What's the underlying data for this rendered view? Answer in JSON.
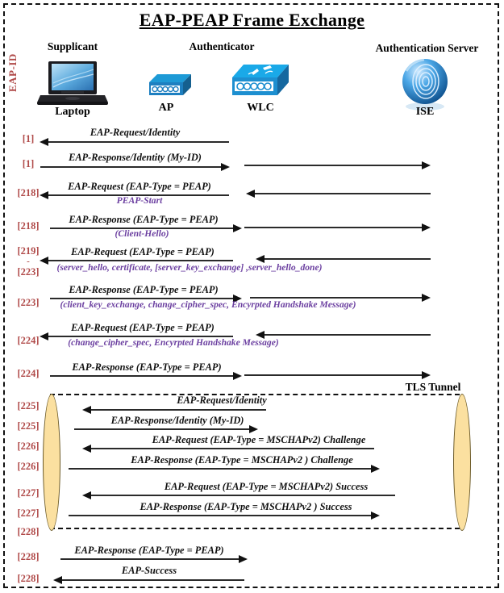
{
  "title": "EAP-PEAP Frame Exchange",
  "side_label": "EAP-ID",
  "colors": {
    "id_number": "#b04a49",
    "sub_message": "#6b3fa0",
    "message": "#111111",
    "tunnel_fill": "#fbe0a0",
    "device_blue": "#1f8fd0"
  },
  "roles": [
    {
      "name": "role-supplicant",
      "label": "Supplicant"
    },
    {
      "name": "role-authenticator",
      "label": "Authenticator"
    },
    {
      "name": "role-authentication-server",
      "label": "Authentication Server"
    }
  ],
  "devices": [
    {
      "name": "device-laptop",
      "label": "Laptop",
      "icon": "laptop-icon"
    },
    {
      "name": "device-ap",
      "label": "AP",
      "icon": "access-point-icon"
    },
    {
      "name": "device-wlc",
      "label": "WLC",
      "icon": "wireless-controller-icon"
    },
    {
      "name": "device-ise",
      "label": "ISE",
      "icon": "fingerprint-sphere-icon"
    }
  ],
  "tunnel": {
    "label": "TLS Tunnel"
  },
  "messages": [
    {
      "id": "[1]",
      "text": "EAP-Request/Identity",
      "sub": "",
      "dir": "left",
      "right_leg": false,
      "right_dir": ""
    },
    {
      "id": "[1]",
      "text": "EAP-Response/Identity (My-ID)",
      "sub": "",
      "dir": "right",
      "right_leg": true,
      "right_dir": "right"
    },
    {
      "id": "[218]",
      "text": "EAP-Request (EAP-Type = PEAP)",
      "sub": "PEAP-Start",
      "dir": "left",
      "right_leg": true,
      "right_dir": "left"
    },
    {
      "id": "[218]",
      "text": "EAP-Response (EAP-Type = PEAP)",
      "sub": "(Client-Hello)",
      "dir": "right",
      "right_leg": true,
      "right_dir": "right"
    },
    {
      "id": "[219]\n-\n[223]",
      "text": "EAP-Request (EAP-Type = PEAP)",
      "sub": "(server_hello, certificate, [server_key_exchange] ,server_hello_done)",
      "dir": "left",
      "right_leg": true,
      "right_dir": "left"
    },
    {
      "id": "[223]",
      "text": "EAP-Response (EAP-Type = PEAP)",
      "sub": "(client_key_exchange, change_cipher_spec, Encyrpted Handshake Message)",
      "dir": "right",
      "right_leg": true,
      "right_dir": "right"
    },
    {
      "id": "[224]",
      "text": "EAP-Request (EAP-Type = PEAP)",
      "sub": "(change_cipher_spec,  Encyrpted Handshake Message)",
      "dir": "left",
      "right_leg": true,
      "right_dir": "left"
    },
    {
      "id": "[224]",
      "text": "EAP-Response (EAP-Type = PEAP)",
      "sub": "",
      "dir": "right",
      "right_leg": true,
      "right_dir": "right"
    }
  ],
  "id_labels_top": [
    "[1]",
    "[1]",
    "[218]",
    "[218]",
    "[219]",
    "-",
    "[223]",
    "[223]",
    "[224]",
    "[224]"
  ],
  "tunnel_messages": [
    {
      "id": "[225]",
      "text": "EAP-Request/Identity",
      "dir": "left"
    },
    {
      "id": "[225]",
      "text": "EAP-Response/Identity (My-ID)",
      "dir": "right"
    },
    {
      "id": "[226]",
      "text": "EAP-Request (EAP-Type = MSCHAPv2) Challenge",
      "dir": "left"
    },
    {
      "id": "[226]",
      "text": "EAP-Response (EAP-Type = MSCHAPv2 ) Challenge",
      "dir": "right"
    },
    {
      "id": "[227]",
      "text": "EAP-Request (EAP-Type = MSCHAPv2) Success",
      "dir": "left"
    },
    {
      "id": "[227]",
      "text": "EAP-Response (EAP-Type = MSCHAPv2 ) Success",
      "dir": "right"
    }
  ],
  "tunnel_end_id": "[228]",
  "final_messages": [
    {
      "id": "[228]",
      "text": "EAP-Response (EAP-Type = PEAP)",
      "dir": "right"
    },
    {
      "id": "[228]",
      "text": "EAP-Success",
      "dir": "left"
    }
  ]
}
